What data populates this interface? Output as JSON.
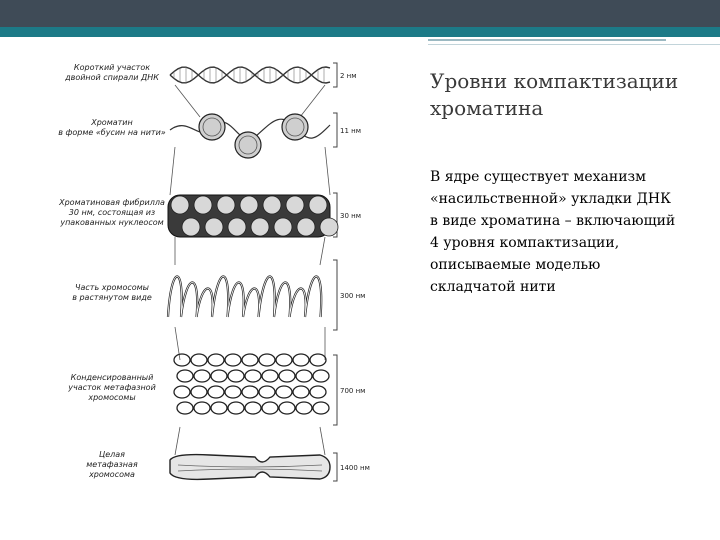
{
  "slide": {
    "title": "Уровни компактизации хроматина",
    "body": "В ядре существует механизм «насильственной» укладки ДНК в виде хроматина – включающий 4 уровня компактизации, описываемые моделью складчатой нити",
    "accent_color": "#1c7a87",
    "topbar_color": "#3f4b57"
  },
  "diagram": {
    "levels": [
      {
        "label_lines": [
          "Короткий участок",
          "двойной спирали ДНК"
        ],
        "scale": "2 нм"
      },
      {
        "label_lines": [
          "Хроматин",
          "в форме «бусин на нити»"
        ],
        "scale": "11 нм"
      },
      {
        "label_lines": [
          "Хроматиновая фибрилла",
          "30 нм, состоящая из",
          "упакованных нуклеосом"
        ],
        "scale": "30 нм"
      },
      {
        "label_lines": [
          "Часть хромосомы",
          "в растянутом виде"
        ],
        "scale": "300 нм"
      },
      {
        "label_lines": [
          "Конденсированный",
          "участок метафазной",
          "хромосомы"
        ],
        "scale": "700 нм"
      },
      {
        "label_lines": [
          "Целая",
          "метафазная",
          "хромосома"
        ],
        "scale": "1400 нм"
      }
    ]
  }
}
